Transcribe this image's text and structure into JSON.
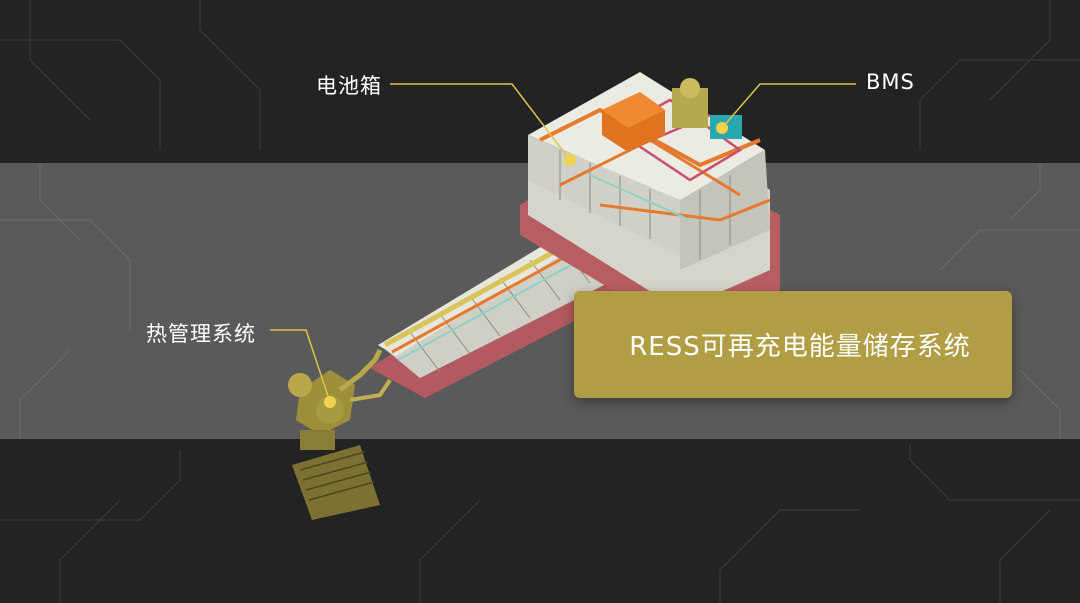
{
  "labels": {
    "battery_box": "电池箱",
    "bms": "BMS",
    "thermal": "热管理系统"
  },
  "banner": {
    "text": "RESS可再充电能量储存系统"
  },
  "colors": {
    "background": "#232323",
    "band": "#5a5a5a",
    "banner": "#b19d44",
    "leader": "#e0c44a",
    "dot": "#f0d24e"
  }
}
